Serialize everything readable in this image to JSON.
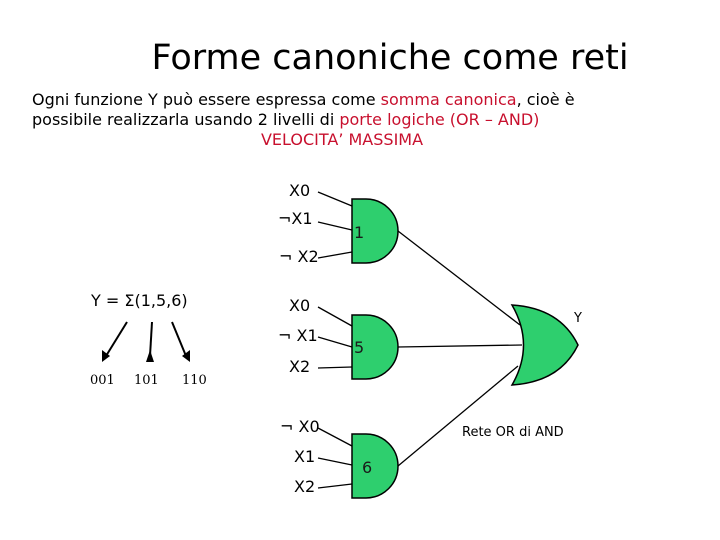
{
  "title": "Forme canoniche come reti",
  "intro": {
    "p1": "Ogni funzione Y può essere espressa come ",
    "p1_red": "somma canonica",
    "p2": ", cioè è",
    "p3": "possibile realizzarla usando 2 livelli  di ",
    "p3_red": "porte logiche (OR – AND)",
    "p4": "VELOCITA’ MASSIMA"
  },
  "colors": {
    "gate_fill": "#2ecf6e",
    "red_text": "#c8102e"
  },
  "function_label": "Y = Σ(1,5,6)",
  "minterms": [
    "001",
    "101",
    "110"
  ],
  "gate1": {
    "inputs": [
      "X0",
      "¬X1",
      "¬ X2"
    ],
    "label": "1"
  },
  "gate2": {
    "inputs": [
      "X0",
      "¬ X1",
      "X2"
    ],
    "label": "5"
  },
  "gate3": {
    "inputs": [
      "¬ X0",
      "X1",
      "X2"
    ],
    "label": "6"
  },
  "or_gate": {
    "output_label": "Y"
  },
  "caption": "Rete OR di AND"
}
